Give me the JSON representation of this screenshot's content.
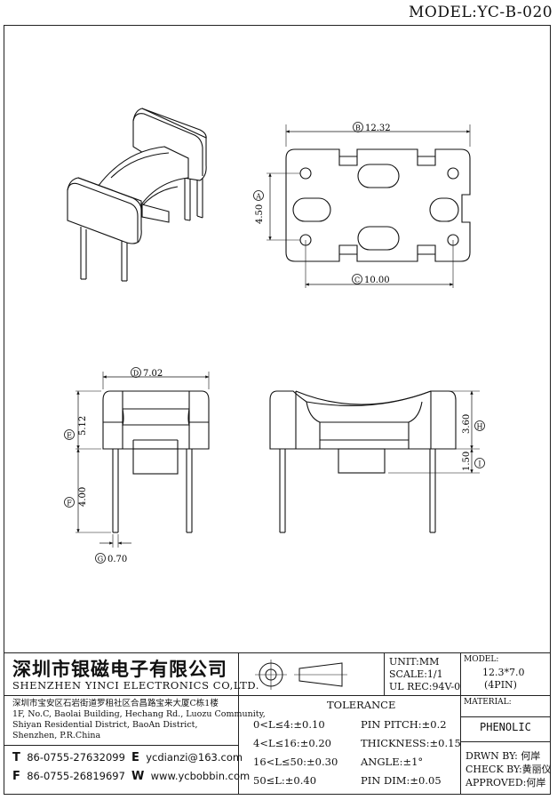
{
  "model_header": "MODEL:YC-B-020",
  "dimensions": {
    "b": {
      "label": "B",
      "value": "12.32"
    },
    "a": {
      "label": "A",
      "value": "4.50"
    },
    "c": {
      "label": "C",
      "value": "10.00"
    },
    "d": {
      "label": "D",
      "value": "7.02"
    },
    "e": {
      "label": "E",
      "value": "5.12"
    },
    "f": {
      "label": "F",
      "value": "4.00"
    },
    "g": {
      "label": "G",
      "value": "0.70"
    },
    "h": {
      "label": "H",
      "value": "3.60"
    },
    "i": {
      "label": "I",
      "value": "1.50"
    }
  },
  "company": {
    "name_cn": "深圳市银磁电子有限公司",
    "name_en": "SHENZHEN YINCI ELECTRONICS CO,LTD.",
    "address_cn": "深圳市宝安区石岩街道罗租社区合昌路宝来大厦C栋1楼",
    "address_en_1": "1F, No.C, Baolai Building, Hechang Rd., Luozu Community,",
    "address_en_2": "Shiyan Residential District, BaoAn District,",
    "address_en_3": "Shenzhen, P.R.China",
    "tel_label": "T",
    "tel": "86-0755-27632099",
    "fax_label": "F",
    "fax": "86-0755-26819697",
    "email_label": "E",
    "email": "ycdianzi@163.com",
    "web_label": "W",
    "web": "www.ycbobbin.com"
  },
  "specs": {
    "unit": "UNIT:MM",
    "scale": "SCALE:1/1",
    "ul_rec": "UL REC:94V-0",
    "model_label": "MODEL:",
    "model_value": "12.3*7.0",
    "pins": "(4PIN)",
    "material_label": "MATERIAL:",
    "material_value": "PHENOLIC"
  },
  "tolerance": {
    "title": "TOLERANCE",
    "ranges": [
      "0<L≤4:±0.10",
      "4<L≤16:±0.20",
      "16<L≤50:±0.30",
      "50≤L:±0.40"
    ],
    "other": [
      "PIN PITCH:±0.2",
      "THICKNESS:±0.15",
      "ANGLE:±1°",
      "PIN DIM:±0.05"
    ]
  },
  "signoff": {
    "drawn": "DRWN BY: 何岸",
    "check": "CHECK BY:黄丽仪",
    "approved": "APPROVED:何岸"
  }
}
